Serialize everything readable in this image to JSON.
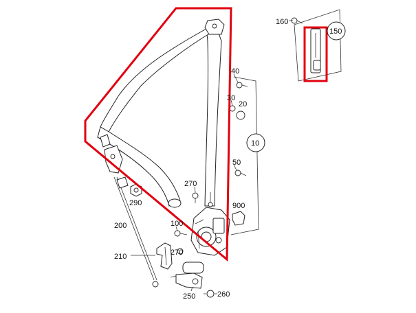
{
  "callouts": {
    "c160": "160",
    "c150": "150",
    "c40": "40",
    "c30": "30",
    "c20": "20",
    "c10": "10",
    "c50": "50",
    "c270a": "270",
    "c900": "900",
    "c290": "290",
    "c200": "200",
    "c100": "100",
    "c210": "210",
    "c270b": "270",
    "c250": "250",
    "c260": "260"
  },
  "colors": {
    "highlight": "#e1000f",
    "line": "#222222"
  }
}
